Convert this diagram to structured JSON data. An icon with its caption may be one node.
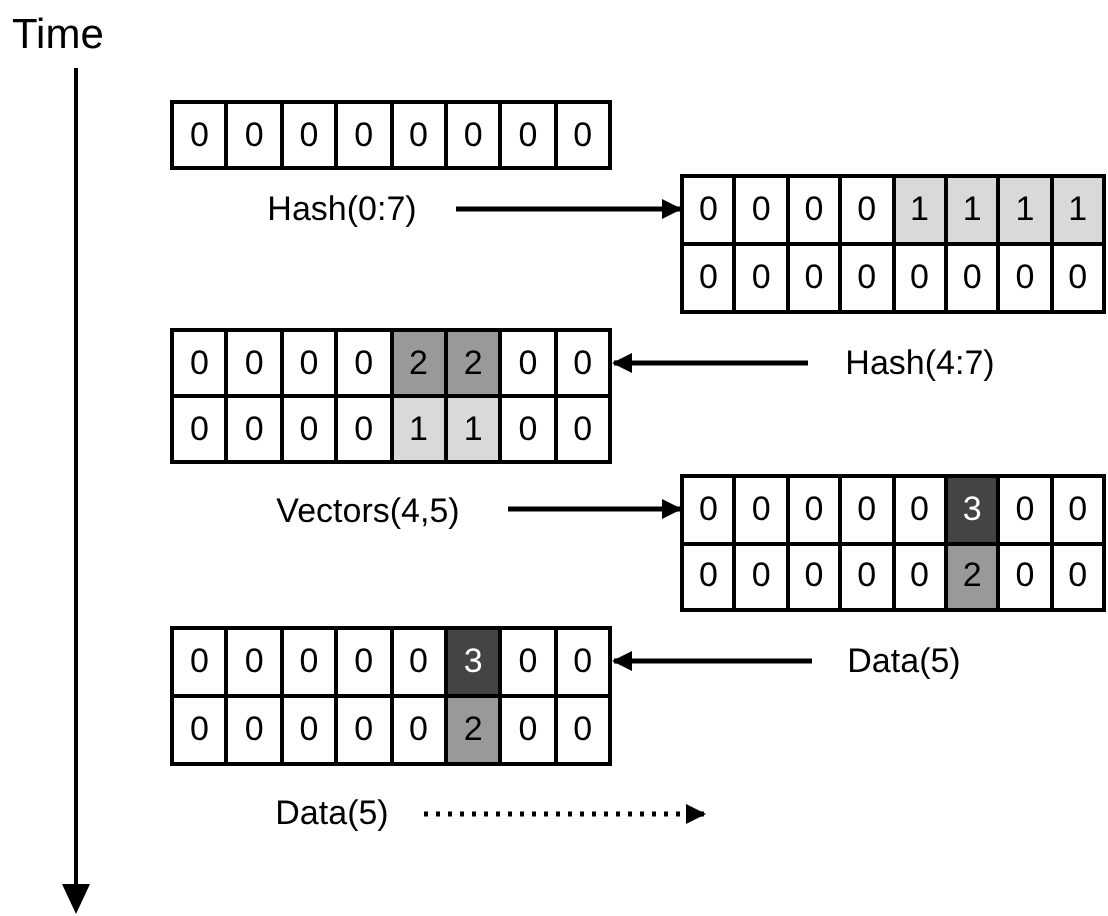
{
  "diagram": {
    "nodes": [
      {
        "text": [
          "0",
          "0",
          "0",
          "0",
          "0",
          "0",
          "0",
          "0"
        ]
      },
      {
        "text": [
          "Hash(0:7)"
        ]
      },
      {
        "text": [
          "0",
          "0",
          "0",
          "0",
          "1",
          "1",
          "1",
          "1",
          "0",
          "0",
          "0",
          "0",
          "0",
          "0",
          "0",
          "0"
        ]
      },
      {
        "text": [
          "0",
          "0",
          "0",
          "0",
          "2",
          "2",
          "0",
          "0",
          "0",
          "0",
          "0",
          "0",
          "1",
          "1",
          "0",
          "0"
        ]
      },
      {
        "text": [
          "Hash(4:7)"
        ]
      },
      {
        "text": [
          "Vectors(4,5)"
        ]
      },
      {
        "text": [
          "0",
          "0",
          "0",
          "0",
          "0",
          "3",
          "0",
          "0",
          "0",
          "0",
          "0",
          "0",
          "0",
          "2",
          "0",
          "0"
        ]
      },
      {
        "text": [
          "0",
          "0",
          "0",
          "0",
          "0",
          "3",
          "0",
          "0",
          "0",
          "0",
          "0",
          "0",
          "0",
          "2",
          "0",
          "0"
        ]
      },
      {
        "text": [
          "Data(5)"
        ]
      },
      {
        "text": [
          "Data(5)"
        ]
      }
    ],
    "edges": [
      {
        "from": 1,
        "to": 2,
        "arrow": "to"
      },
      {
        "from": 4,
        "to": 3,
        "arrow": "to"
      },
      {
        "from": 5,
        "to": 6,
        "arrow": "to"
      },
      {
        "from": 8,
        "to": 7,
        "arrow": "to"
      },
      {
        "from": 9,
        "to": null,
        "arrow": "to",
        "style": "dashed"
      }
    ],
    "labels": [
      "Time"
    ]
  }
}
